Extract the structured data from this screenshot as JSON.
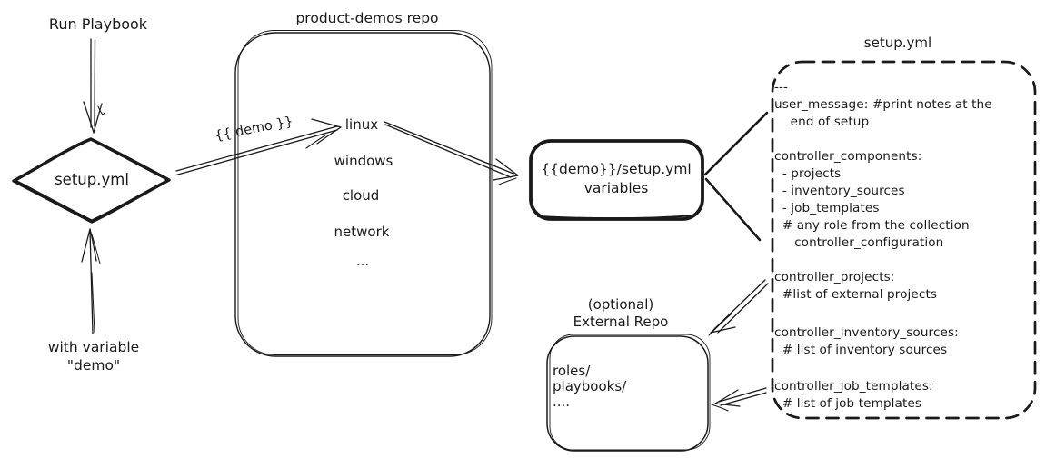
{
  "diagram": {
    "colors": {
      "ink": "#1a1a1a",
      "background": "#ffffff"
    },
    "left_flow": {
      "run_playbook_label": "Run Playbook",
      "trigger_diamond_label": "setup.yml",
      "with_variable_label": "with variable\n\"demo\""
    },
    "demo_edge_label": "{{ demo }}",
    "product_demos": {
      "title": "product-demos repo",
      "items": [
        "linux",
        "windows",
        "cloud",
        "network",
        "..."
      ]
    },
    "variables_box": {
      "label": "{{demo}}/setup.yml\nvariables"
    },
    "setup_yml": {
      "title": "setup.yml",
      "sections": [
        "---\nuser_message: #print notes at the\n    end of setup",
        "controller_components:\n  - projects\n  - inventory_sources\n  - job_templates\n  # any role from the collection\n     controller_configuration",
        "controller_projects:\n  #list of external projects",
        "controller_inventory_sources:\n  # list of inventory sources",
        "controller_job_templates:\n  # list of job templates"
      ]
    },
    "external_repo": {
      "label": "(optional)\nExternal Repo",
      "content": "roles/\nplaybooks/\n...."
    }
  }
}
